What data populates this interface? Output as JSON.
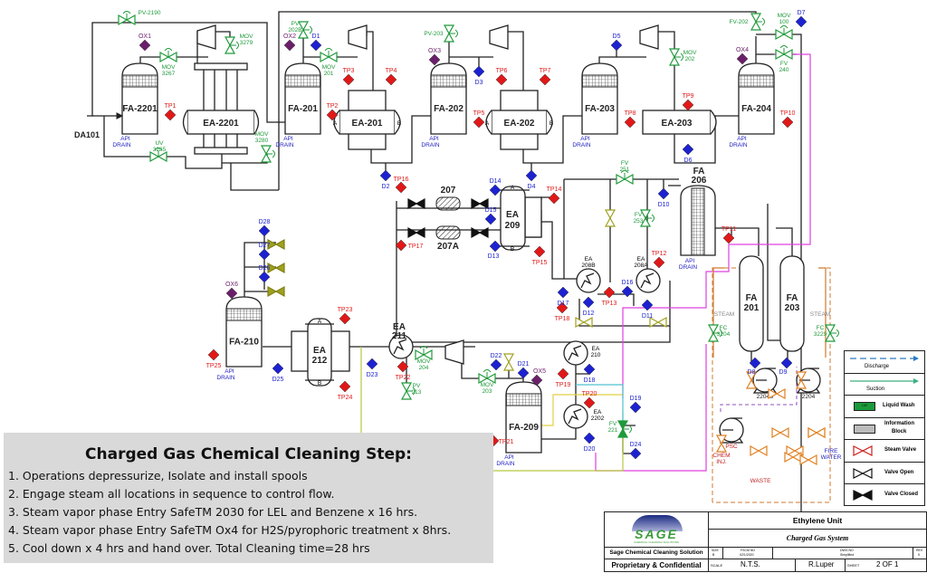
{
  "equipment": {
    "fa2201": "FA-2201",
    "ea2201": "EA-2201",
    "fa201": "FA-201",
    "ea201": "EA-201",
    "fa202": "FA-202",
    "ea202": "EA-202",
    "fa203": "FA-203",
    "ea203": "EA-203",
    "fa204": "FA-204",
    "fa206_a": "FA",
    "fa206_b": "206",
    "ea209_a": "EA",
    "ea209_b": "209",
    "d207": "207",
    "d207a": "207A",
    "ea208b_a": "EA",
    "ea208b_b": "208B",
    "ea208a_a": "EA",
    "ea208a_b": "208A",
    "t201_a": "FA",
    "t201_b": "201",
    "t203_a": "FA",
    "t203_b": "203",
    "fa210": "FA-210",
    "ea212_a": "EA",
    "ea212_b": "212",
    "ea211_a": "EA",
    "ea211_b": "211",
    "ea210_a": "EA",
    "ea210_b": "210",
    "ea2202_a": "EA",
    "ea2202_b": "2202",
    "fa209": "FA-209",
    "p2204s": "2204S",
    "p2204": "2204",
    "psc": "PSC",
    "da101": "DA101",
    "nozzle_a": "A",
    "nozzle_b": "B"
  },
  "test_points": [
    "TP1",
    "TP2",
    "TP3",
    "TP4",
    "TP5",
    "TP6",
    "TP7",
    "TP8",
    "TP9",
    "TP10",
    "TP11",
    "TP12",
    "TP13",
    "TP14",
    "TP15",
    "TP16",
    "TP17",
    "TP18",
    "TP19",
    "TP20",
    "TP21",
    "TP22",
    "TP23",
    "TP24",
    "TP25"
  ],
  "drains": [
    "D1",
    "D2",
    "D3",
    "D4",
    "D5",
    "D6",
    "D7",
    "D8",
    "D9",
    "D10",
    "D11",
    "D12",
    "D13",
    "D14",
    "D15",
    "D16",
    "D17",
    "D18",
    "D19",
    "D20",
    "D21",
    "D22",
    "D23",
    "D24",
    "D25",
    "D26",
    "D27",
    "D28"
  ],
  "oxygen_points": [
    "OX1",
    "OX2",
    "OX3",
    "OX4",
    "OX5",
    "OX6"
  ],
  "valves": [
    {
      "l1": "PV-2190",
      "l2": ""
    },
    {
      "l1": "MOV",
      "l2": "3267"
    },
    {
      "l1": "MOV",
      "l2": "3279"
    },
    {
      "l1": "UV",
      "l2": "3285"
    },
    {
      "l1": "MOV",
      "l2": "3280"
    },
    {
      "l1": "PV",
      "l2": "202B"
    },
    {
      "l1": "MOV",
      "l2": "201"
    },
    {
      "l1": "PV-203",
      "l2": ""
    },
    {
      "l1": "MOV",
      "l2": "202"
    },
    {
      "l1": "FV-202",
      "l2": ""
    },
    {
      "l1": "MOV",
      "l2": "100"
    },
    {
      "l1": "FV",
      "l2": "240"
    },
    {
      "l1": "FV",
      "l2": "251"
    },
    {
      "l1": "FV",
      "l2": "253"
    },
    {
      "l1": "MOV",
      "l2": "204"
    },
    {
      "l1": "PV",
      "l2": "213"
    },
    {
      "l1": "MOV",
      "l2": "203"
    },
    {
      "l1": "FV",
      "l2": "221"
    },
    {
      "l1": "FC",
      "l2": "3204"
    },
    {
      "l1": "FC",
      "l2": "3229"
    }
  ],
  "labels": {
    "api": "API",
    "drain": "DRAIN",
    "steam": "STEAM",
    "chem_inj_1": "CHEM",
    "chem_inj_2": "INJ.",
    "waste": "WASTE",
    "fire_1": "FIRE",
    "fire_2": "WATER"
  },
  "legend": {
    "discharge": "Discharge",
    "suction": "Suction",
    "liquid_wash": "Liquid Wash",
    "liquid_wash_badge": "LW",
    "info_block_1": "Information",
    "info_block_2": "Block",
    "steam_valve": "Steam Valve",
    "valve_open": "Valve Open",
    "valve_closed": "Valve Closed"
  },
  "notes": {
    "title": "Charged Gas  Chemical Cleaning Step:",
    "steps": [
      "1. Operations depressurize, Isolate and install spools",
      "2. Engage steam all locations in sequence to control flow.",
      "3.  Steam vapor phase Entry SafeTM 2030 for LEL and Benzene x 16 hrs.",
      "4. Steam vapor phase Entry SafeTM Ox4 for H2S/pyrophoric treatment x 8hrs.",
      "5. Cool down x 4 hrs and hand over. Total Cleaning time=28 hrs"
    ]
  },
  "title_block": {
    "logo_text": "SAGE",
    "logo_sub": "CHEMICAL CLEANING SOLUTIONS",
    "unit": "Ethylene Unit",
    "system": "Charged Gas System",
    "company": "Sage Chemical Cleaning Solution",
    "confidential": "Proprietary & Confidential",
    "size_label": "SIZE",
    "size": "B",
    "fscm_label": "FSCM NO",
    "fscm": "02/1/2020",
    "dwg_label": "DWG NO",
    "dwg": "Simplified",
    "rev_label": "REV",
    "rev": "5",
    "scale_label": "SCALE",
    "scale": "N.T.S.",
    "author": "R.Luper",
    "sheet_label": "SHEET",
    "sheet": "2 OF 1"
  },
  "colors": {
    "test_point": "#e01818",
    "drain": "#1c22d0",
    "oxygen": "#6b1f6b",
    "valve": "#1f9a3a",
    "steam_line": "#d07a30",
    "purge_line": "#e040e0",
    "liquid_wash": "#1a9a3a"
  }
}
